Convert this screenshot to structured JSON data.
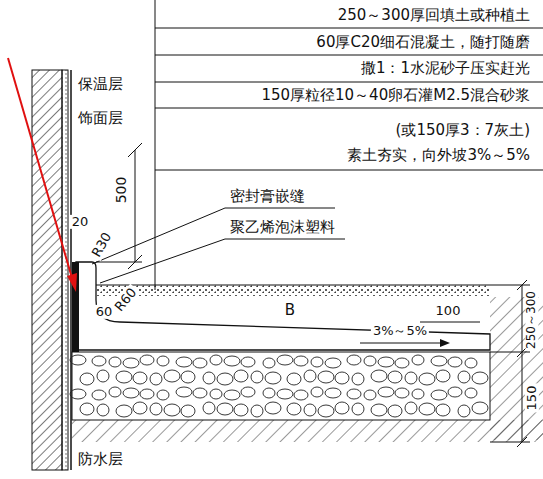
{
  "diagram": {
    "labels": [
      "250～300厚回填土或种植土",
      "60厚C20细石混凝土，随打随磨",
      "撒1：1水泥砂子压实赶光",
      "150厚粒径10～40卵石灌M2.5混合砂浆",
      "(或150厚3：7灰土)",
      "素土夯实，向外坡3%～5%",
      "保温层",
      "饰面层",
      "500",
      "20",
      "R30",
      "密封膏嵌缝",
      "聚乙烯泡沫塑料",
      "60",
      "R60",
      "B",
      "100",
      "250～300",
      "3%～5%",
      "150",
      "防水层"
    ]
  }
}
